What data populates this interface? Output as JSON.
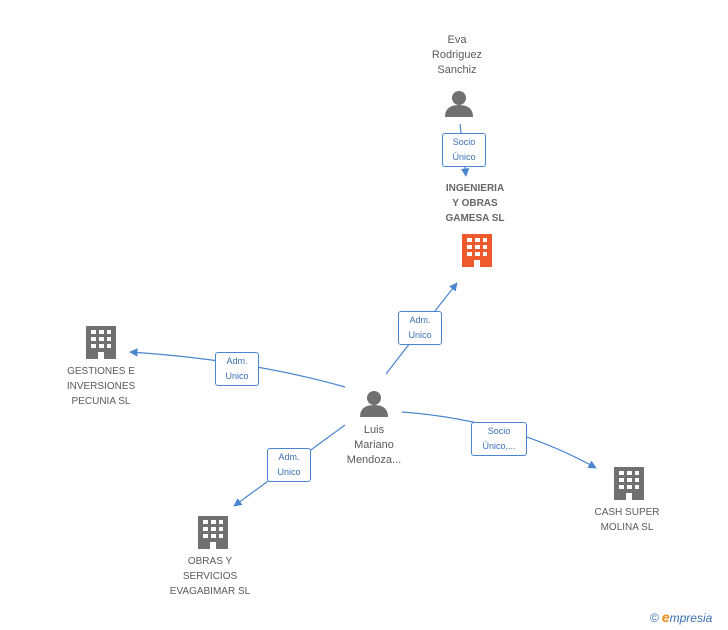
{
  "colors": {
    "edge": "#4a86d0",
    "person_icon": "#707070",
    "company_icon": "#707070",
    "focus_company_icon": "#ee5a2e",
    "label": "#5a5a5a"
  },
  "nodes": {
    "eva": {
      "name_lines": [
        "Eva",
        "Rodriguez",
        "Sanchiz"
      ],
      "icon": "person-icon"
    },
    "ingenieria": {
      "name_lines": [
        "INGENIERIA",
        "Y OBRAS",
        "GAMESA SL"
      ],
      "icon": "building-icon"
    },
    "gestiones": {
      "name_lines": [
        "GESTIONES E",
        "INVERSIONES",
        "PECUNIA  SL"
      ],
      "icon": "building-icon"
    },
    "luis": {
      "name_lines": [
        "Luis",
        "Mariano",
        "Mendoza..."
      ],
      "icon": "person-icon"
    },
    "cash": {
      "name_lines": [
        "CASH SUPER",
        "MOLINA SL"
      ],
      "icon": "building-icon"
    },
    "obras": {
      "name_lines": [
        "OBRAS Y",
        "SERVICIOS",
        "EVAGABIMAR SL"
      ],
      "icon": "building-icon"
    }
  },
  "relations": {
    "eva_ingenieria": [
      "Socio",
      "Único"
    ],
    "luis_ingenieria": [
      "Adm.",
      "Unico"
    ],
    "luis_gestiones": [
      "Adm.",
      "Unico"
    ],
    "luis_cash": [
      "Socio",
      "Único,..."
    ],
    "luis_obras": [
      "Adm.",
      "Unico"
    ]
  },
  "brand": {
    "copyright": "©",
    "first_letter": "e",
    "rest": "mpresia"
  }
}
